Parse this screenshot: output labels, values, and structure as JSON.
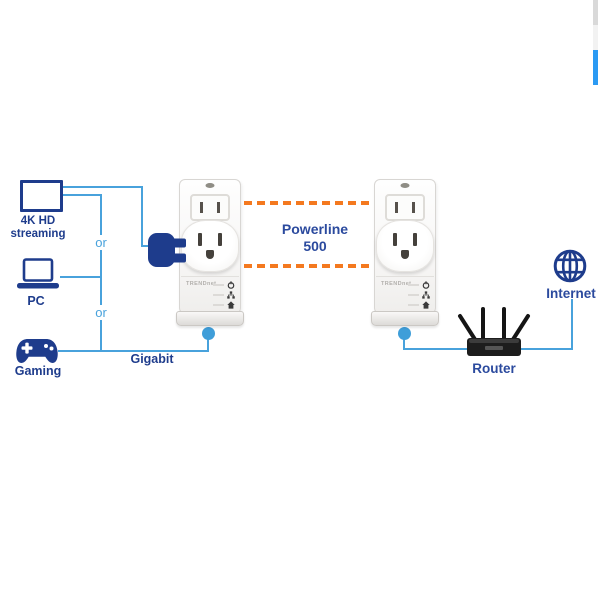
{
  "diagram": {
    "devices": [
      {
        "label": "4K HD streaming",
        "icon": "monitor-icon"
      },
      {
        "label": "PC",
        "icon": "laptop-icon"
      },
      {
        "label": "Gaming",
        "icon": "gamepad-icon"
      }
    ],
    "or_label": "or",
    "gigabit_label": "Gigabit",
    "powerline": {
      "line1": "Powerline",
      "line2": "500"
    },
    "adapters": [
      {
        "brand": "TRENDnet"
      },
      {
        "brand": "TRENDnet"
      }
    ],
    "router_label": "Router",
    "internet_label": "Internet",
    "colors": {
      "line_blue": "#48a2dc",
      "icon_navy": "#1e3c8c",
      "label_navy": "#2b4a9e",
      "powerline_orange": "#f4791f",
      "scrollbar_blue": "#2b9af3"
    }
  }
}
